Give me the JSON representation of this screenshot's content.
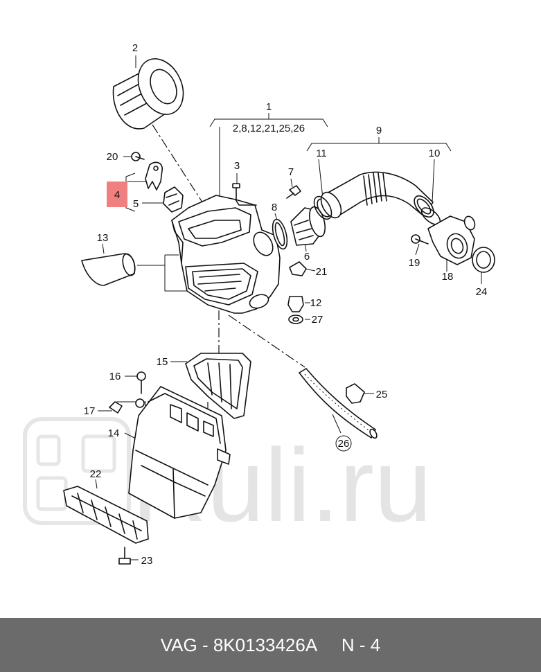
{
  "diagram": {
    "callouts": {
      "c1": "1",
      "c1_sub": "2,8,12,21,25,26",
      "c2": "2",
      "c3": "3",
      "c4": "4",
      "c5": "5",
      "c6": "6",
      "c7": "7",
      "c8": "8",
      "c9": "9",
      "c10": "10",
      "c11": "11",
      "c12": "12",
      "c13": "13",
      "c14": "14",
      "c15": "15",
      "c16": "16",
      "c17": "17",
      "c18": "18",
      "c19": "19",
      "c20": "20",
      "c21": "21",
      "c22": "22",
      "c23": "23",
      "c24": "24",
      "c25": "25",
      "c26": "26",
      "c27": "27"
    },
    "highlight_color": "#f08080",
    "highlighted_callout": "4",
    "watermark": "Ruli.ru"
  },
  "footer": {
    "text": "VAG - 8K0133426A     N - 4",
    "background": "#6b6b6b"
  }
}
